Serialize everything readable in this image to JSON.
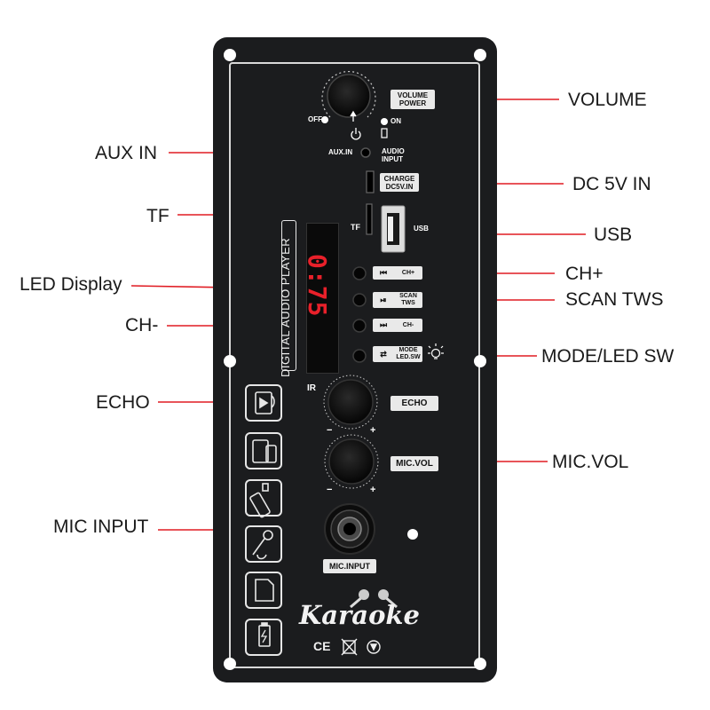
{
  "callouts": {
    "volume": "VOLUME",
    "aux_in": "AUX IN",
    "dc_in": "DC 5V IN",
    "tf": "TF",
    "usb": "USB",
    "ch_plus": "CH+",
    "led_display": "LED Display",
    "scan_tws": "SCAN TWS",
    "ch_minus": "CH-",
    "mode_led": "MODE/LED SW",
    "echo": "ECHO",
    "mic_vol": "MIC.VOL",
    "mic_input": "MIC INPUT"
  },
  "panel": {
    "volume_plate_top": "VOLUME",
    "volume_plate_bottom": "POWER",
    "off": "OFF",
    "on": "ON",
    "aux_small": "AUX.IN",
    "audio_input_1": "AUDIO",
    "audio_input_2": "INPUT",
    "charge_1": "CHARGE",
    "charge_2": "DC5V.IN",
    "tf_small": "TF",
    "usb_small": "USB",
    "vertical_label": "DIGITAL AUDIO PLAYER",
    "led_readout": "0:75",
    "ch_plus_btn": "CH+",
    "scan_btn_1": "SCAN",
    "scan_btn_2": "TWS",
    "ch_minus_btn": "CH-",
    "mode_btn_1": "MODE",
    "mode_btn_2": "LED.SW",
    "ir": "IR",
    "echo_plate": "ECHO",
    "micvol_plate": "MIC.VOL",
    "mic_input_plate": "MIC.INPUT",
    "knob_minus": "−",
    "knob_plus": "+",
    "brand": "Karaoke",
    "cert_ce": "CE"
  },
  "colors": {
    "leader": "#e01b22",
    "panel": "#1b1c1e",
    "led": "#e8202a"
  },
  "icons": [
    "video-icon",
    "phone-tablet-icon",
    "usb-drive-icon",
    "microphone-icon",
    "sd-card-icon",
    "battery-icon",
    "weee-bin-icon",
    "recycle-icon"
  ]
}
